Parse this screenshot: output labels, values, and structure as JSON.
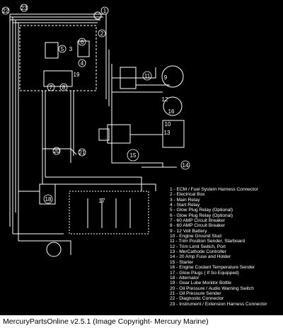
{
  "diagram": {
    "background": "#000000",
    "line_color": "#ffffff",
    "callouts": [
      "23",
      "1",
      "2",
      "6",
      "5",
      "4",
      "7",
      "8",
      "9",
      "10",
      "11",
      "12",
      "13",
      "14",
      "15",
      "16",
      "17",
      "18",
      "19",
      "20",
      "21",
      "22",
      "3"
    ],
    "legend": [
      "1 - ECM / Fuel System Harness Connector",
      "2 - Electrical Box",
      "3 - Main Relay",
      "4 - Start Relay",
      "5 - Glow Plug Relay (Optional)",
      "6 - Glow Plug Relay (Optional)",
      "7 - 60 AMP Circuit Breaker",
      "8 - 60 AMP Circuit Breaker",
      "9 - 12 Volt Battery",
      "10 - Engine Ground Stud",
      "11 - Trim Position Sender, Starboard",
      "12 - Trim Limit Switch, Port",
      "13 - MerCathode Controller",
      "14 - 20 Amp Fuse and Holder",
      "15 - Starter",
      "16 - Engine Coolant Temperature Sender",
      "17 - Glow Plugs ( If So Equipped)",
      "18 - Alternator",
      "19 - Gear Lube Monitor Bottle",
      "20 - Oil Pressure / Audio Warning Switch",
      "21 - Oil Pressure Sender",
      "22 - Diagnostic Connector",
      "23 - Instrument / Extension Harness Connector"
    ]
  },
  "footer": {
    "text": "MercuryPartsOnline v2.5.1 (Image Copyright- Mercury Marine)"
  }
}
